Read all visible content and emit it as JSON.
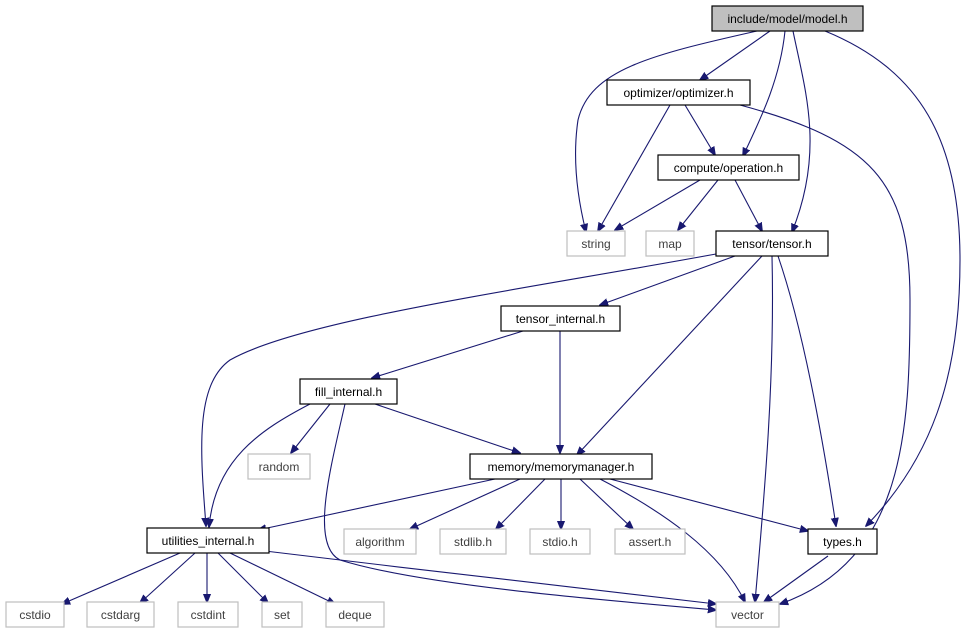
{
  "colors": {
    "edge": "#191970",
    "internal_border": "#000000",
    "external_border": "#bfbfbf",
    "root_fill": "#bfbfbf"
  },
  "nodes": {
    "model": {
      "label": "include/model/model.h",
      "kind": "root"
    },
    "optimizer": {
      "label": "optimizer/optimizer.h",
      "kind": "internal"
    },
    "operation": {
      "label": "compute/operation.h",
      "kind": "internal"
    },
    "tensor": {
      "label": "tensor/tensor.h",
      "kind": "internal"
    },
    "tensor_internal": {
      "label": "tensor_internal.h",
      "kind": "internal"
    },
    "fill_internal": {
      "label": "fill_internal.h",
      "kind": "internal"
    },
    "memorymanager": {
      "label": "memory/memorymanager.h",
      "kind": "internal"
    },
    "utilities": {
      "label": "utilities_internal.h",
      "kind": "internal"
    },
    "types": {
      "label": "types.h",
      "kind": "internal"
    },
    "string": {
      "label": "string",
      "kind": "external"
    },
    "map": {
      "label": "map",
      "kind": "external"
    },
    "random": {
      "label": "random",
      "kind": "external"
    },
    "algorithm": {
      "label": "algorithm",
      "kind": "external"
    },
    "stdlib": {
      "label": "stdlib.h",
      "kind": "external"
    },
    "stdio_h": {
      "label": "stdio.h",
      "kind": "external"
    },
    "assert": {
      "label": "assert.h",
      "kind": "external"
    },
    "cstdio": {
      "label": "cstdio",
      "kind": "external"
    },
    "cstdarg": {
      "label": "cstdarg",
      "kind": "external"
    },
    "cstdint": {
      "label": "cstdint",
      "kind": "external"
    },
    "set": {
      "label": "set",
      "kind": "external"
    },
    "deque": {
      "label": "deque",
      "kind": "external"
    },
    "vector": {
      "label": "vector",
      "kind": "external"
    }
  },
  "edges": [
    {
      "from": "model",
      "to": "optimizer"
    },
    {
      "from": "model",
      "to": "string"
    },
    {
      "from": "model",
      "to": "operation"
    },
    {
      "from": "model",
      "to": "tensor"
    },
    {
      "from": "model",
      "to": "types"
    },
    {
      "from": "optimizer",
      "to": "operation"
    },
    {
      "from": "optimizer",
      "to": "string"
    },
    {
      "from": "optimizer",
      "to": "vector"
    },
    {
      "from": "operation",
      "to": "string"
    },
    {
      "from": "operation",
      "to": "map"
    },
    {
      "from": "operation",
      "to": "tensor"
    },
    {
      "from": "tensor",
      "to": "tensor_internal"
    },
    {
      "from": "tensor",
      "to": "memorymanager"
    },
    {
      "from": "tensor",
      "to": "utilities"
    },
    {
      "from": "tensor",
      "to": "vector"
    },
    {
      "from": "tensor",
      "to": "types"
    },
    {
      "from": "tensor_internal",
      "to": "fill_internal"
    },
    {
      "from": "tensor_internal",
      "to": "memorymanager"
    },
    {
      "from": "fill_internal",
      "to": "random"
    },
    {
      "from": "fill_internal",
      "to": "utilities"
    },
    {
      "from": "fill_internal",
      "to": "memorymanager"
    },
    {
      "from": "fill_internal",
      "to": "vector"
    },
    {
      "from": "memorymanager",
      "to": "utilities"
    },
    {
      "from": "memorymanager",
      "to": "algorithm"
    },
    {
      "from": "memorymanager",
      "to": "stdlib"
    },
    {
      "from": "memorymanager",
      "to": "stdio_h"
    },
    {
      "from": "memorymanager",
      "to": "assert"
    },
    {
      "from": "memorymanager",
      "to": "vector"
    },
    {
      "from": "memorymanager",
      "to": "types"
    },
    {
      "from": "utilities",
      "to": "cstdio"
    },
    {
      "from": "utilities",
      "to": "cstdarg"
    },
    {
      "from": "utilities",
      "to": "cstdint"
    },
    {
      "from": "utilities",
      "to": "set"
    },
    {
      "from": "utilities",
      "to": "deque"
    },
    {
      "from": "utilities",
      "to": "vector"
    },
    {
      "from": "types",
      "to": "vector"
    }
  ]
}
